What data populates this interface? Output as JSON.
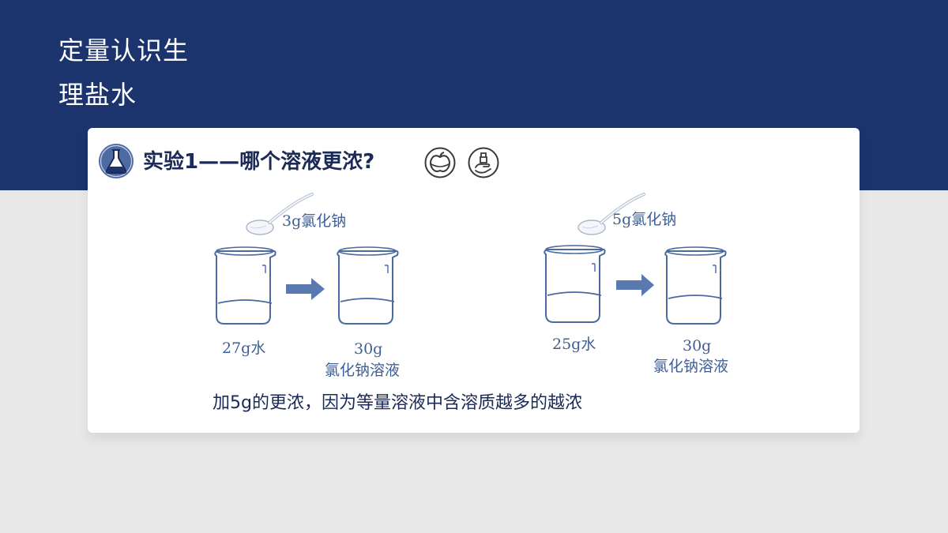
{
  "slide": {
    "title_line1": "定量认识生",
    "title_line2": "理盐水"
  },
  "card": {
    "title": "实验1——哪个溶液更浓?",
    "icons": [
      "flask-icon",
      "apple-icon",
      "hand-washing-icon"
    ],
    "experiment_a": {
      "spoon_label": "3g氯化钠",
      "beaker_in_label": "27g水",
      "beaker_out_line1": "30g",
      "beaker_out_line2": "氯化钠溶液"
    },
    "experiment_b": {
      "spoon_label": "5g氯化钠",
      "beaker_in_label": "25g水",
      "beaker_out_line1": "30g",
      "beaker_out_line2": "氯化钠溶液"
    },
    "conclusion": "加5g的更浓，因为等量溶液中含溶质越多的越浓"
  },
  "colors": {
    "header": "#1b346e",
    "background": "#e8e8e8",
    "ink": "#1b2a57",
    "illustration": "#4a6aa0",
    "arrow": "#5a79b0"
  }
}
